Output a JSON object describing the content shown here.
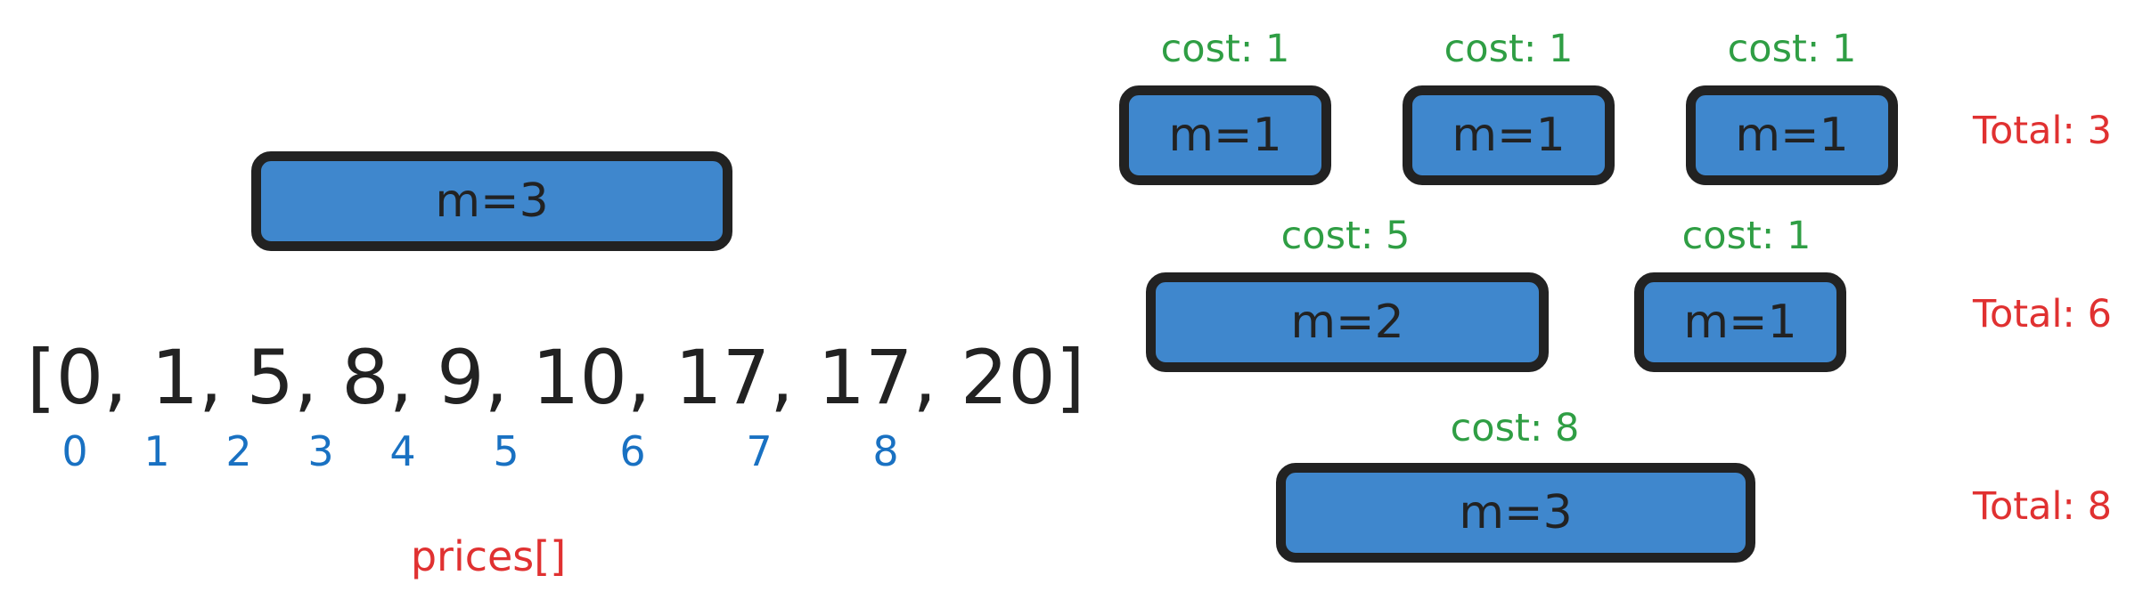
{
  "left": {
    "rod_label": "m=3",
    "array_text": "[0, 1, 5, 8, 9, 10, 17, 17, 20]",
    "indices": [
      "0",
      "1",
      "2",
      "3",
      "4",
      "5",
      "6",
      "7",
      "8"
    ],
    "array_caption": "prices[]"
  },
  "rows": [
    {
      "pieces": [
        {
          "label": "m=1",
          "cost": "cost: 1"
        },
        {
          "label": "m=1",
          "cost": "cost: 1"
        },
        {
          "label": "m=1",
          "cost": "cost: 1"
        }
      ],
      "total": "Total: 3"
    },
    {
      "pieces": [
        {
          "label": "m=2",
          "cost": "cost: 5"
        },
        {
          "label": "m=1",
          "cost": "cost: 1"
        }
      ],
      "total": "Total: 6"
    },
    {
      "pieces": [
        {
          "label": "m=3",
          "cost": "cost: 8"
        }
      ],
      "total": "Total: 8"
    }
  ],
  "colors": {
    "rod_fill": "#3f87cd",
    "rod_border": "#222222",
    "cost_text": "#2f9e44",
    "total_text": "#e03131",
    "index_text": "#1971c2",
    "caption_text": "#e03131"
  }
}
